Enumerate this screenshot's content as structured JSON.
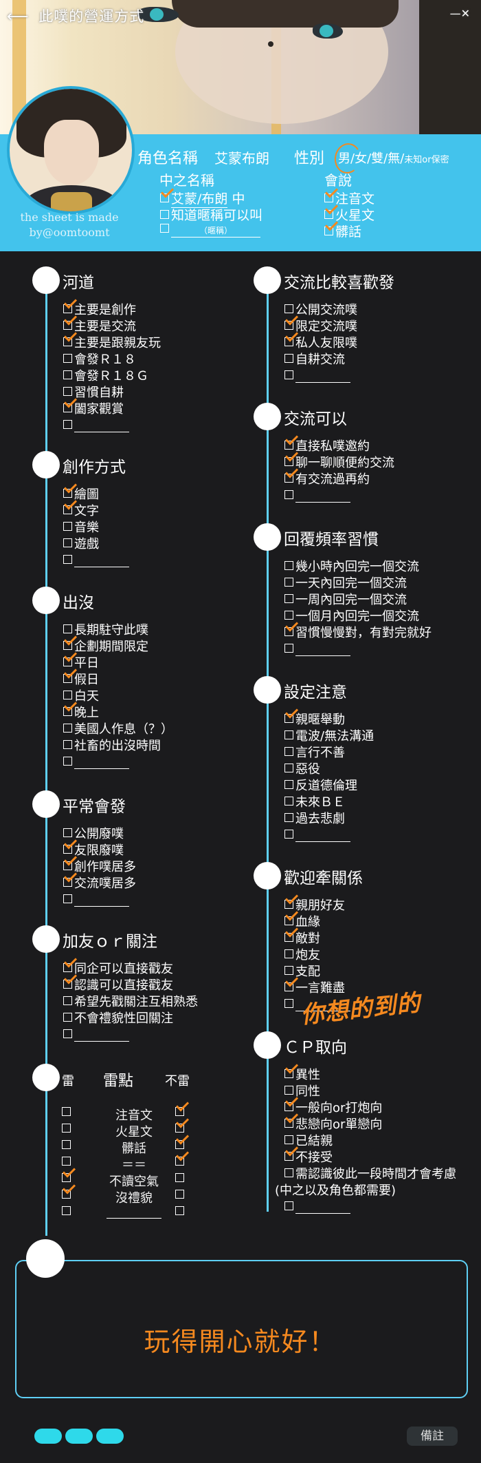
{
  "header": {
    "back_icon": "left-arrow-icon",
    "title": "此噗的營運方式",
    "close_label": "—✕"
  },
  "credit": "the sheet is made by@oomtoomt",
  "profile": {
    "role_label": "角色名稱",
    "role_value": "艾蒙布朗",
    "gender_label": "性別",
    "gender_male": "男",
    "gender_other": "/女/雙/無/",
    "gender_note": "未知or保密",
    "cn_name_label": "中之名稱",
    "cn_name_value": "艾蒙/布朗",
    "cn_name_suffix": "中",
    "know_nickname": "知道暱稱可以叫",
    "nickname_note": "（暱稱）",
    "speak_label": "會說",
    "speak_items": [
      "注音文",
      "火星文",
      "髒話"
    ]
  },
  "left_sections": [
    {
      "title": "河道",
      "items": [
        {
          "label": "主要是創作",
          "checked": true
        },
        {
          "label": "主要是交流",
          "checked": true
        },
        {
          "label": "主要是跟親友玩",
          "checked": true
        },
        {
          "label": "會發Ｒ１８",
          "checked": false
        },
        {
          "label": "會發Ｒ１８Ｇ",
          "checked": false
        },
        {
          "label": "習慣自耕",
          "checked": false
        },
        {
          "label": "闔家觀賞",
          "checked": true
        }
      ]
    },
    {
      "title": "創作方式",
      "items": [
        {
          "label": "繪圖",
          "checked": true
        },
        {
          "label": "文字",
          "checked": true
        },
        {
          "label": "音樂",
          "checked": false
        },
        {
          "label": "遊戲",
          "checked": false
        }
      ]
    },
    {
      "title": "出沒",
      "items": [
        {
          "label": "長期駐守此噗",
          "checked": false
        },
        {
          "label": "企劃期間限定",
          "checked": true
        },
        {
          "label": "平日",
          "checked": true
        },
        {
          "label": "假日",
          "checked": true
        },
        {
          "label": "白天",
          "checked": false
        },
        {
          "label": "晚上",
          "checked": true
        },
        {
          "label": "美國人作息（？）",
          "checked": false
        },
        {
          "label": "社畜的出沒時間",
          "checked": false
        }
      ]
    },
    {
      "title": "平常會發",
      "items": [
        {
          "label": "公開廢噗",
          "checked": false
        },
        {
          "label": "友限廢噗",
          "checked": true
        },
        {
          "label": "創作噗居多",
          "checked": true
        },
        {
          "label": "交流噗居多",
          "checked": true
        }
      ]
    },
    {
      "title": "加友ｏｒ關注",
      "items": [
        {
          "label": "同企可以直接戳友",
          "checked": true
        },
        {
          "label": "認識可以直接戳友",
          "checked": true
        },
        {
          "label": "希望先戳關注互相熟悉",
          "checked": false
        },
        {
          "label": "不會禮貌性回關注",
          "checked": false
        }
      ]
    }
  ],
  "right_sections": [
    {
      "title": "交流比較喜歡發",
      "items": [
        {
          "label": "公開交流噗",
          "checked": false
        },
        {
          "label": "限定交流噗",
          "checked": true
        },
        {
          "label": "私人友限噗",
          "checked": true
        },
        {
          "label": "自耕交流",
          "checked": false
        }
      ]
    },
    {
      "title": "交流可以",
      "items": [
        {
          "label": "直接私噗邀約",
          "checked": true
        },
        {
          "label": "聊一聊順便約交流",
          "checked": true
        },
        {
          "label": "有交流過再約",
          "checked": true
        }
      ]
    },
    {
      "title": "回覆頻率習慣",
      "items": [
        {
          "label": "幾小時內回完一個交流",
          "checked": false
        },
        {
          "label": "一天內回完一個交流",
          "checked": false
        },
        {
          "label": "一周內回完一個交流",
          "checked": false
        },
        {
          "label": "一個月內回完一個交流",
          "checked": false
        },
        {
          "label": "習慣慢慢對，有對完就好",
          "checked": true
        }
      ]
    },
    {
      "title": "設定注意",
      "items": [
        {
          "label": "親暱舉動",
          "checked": true
        },
        {
          "label": "電波/無法溝通",
          "checked": false
        },
        {
          "label": "言行不善",
          "checked": false
        },
        {
          "label": "惡役",
          "checked": false
        },
        {
          "label": "反道德倫理",
          "checked": false
        },
        {
          "label": "未來ＢＥ",
          "checked": false
        },
        {
          "label": "過去悲劇",
          "checked": false
        }
      ]
    },
    {
      "title": "歡迎牽關係",
      "items": [
        {
          "label": "親朋好友",
          "checked": true
        },
        {
          "label": "血緣",
          "checked": true
        },
        {
          "label": "敵對",
          "checked": true
        },
        {
          "label": "炮友",
          "checked": false
        },
        {
          "label": "支配",
          "checked": false
        },
        {
          "label": "一言難盡",
          "checked": true
        }
      ]
    },
    {
      "title": "ＣＰ取向",
      "items": [
        {
          "label": "異性",
          "checked": true
        },
        {
          "label": "同性",
          "checked": false
        },
        {
          "label": "一般向or打炮向",
          "checked": true
        },
        {
          "label": "悲戀向or單戀向",
          "checked": true
        },
        {
          "label": "已結親",
          "checked": false
        },
        {
          "label": "不接受",
          "checked": true
        },
        {
          "label": "需認識彼此一段時間才會考慮",
          "checked": false
        },
        {
          "label": "(中之以及角色都需要)",
          "checked": null
        }
      ]
    }
  ],
  "handwritten_note": "你想的到的",
  "lei": {
    "left_label": "雷",
    "title": "雷點",
    "right_label": "不雷",
    "rows": [
      {
        "label": "注音文",
        "left": false,
        "right": true
      },
      {
        "label": "火星文",
        "left": false,
        "right": true
      },
      {
        "label": "髒話",
        "left": false,
        "right": true
      },
      {
        "label": "＝＝",
        "left": false,
        "right": true
      },
      {
        "label": "不讀空氣",
        "left": true,
        "right": false
      },
      {
        "label": "沒禮貌",
        "left": true,
        "right": false
      }
    ]
  },
  "memo": {
    "text": "玩得開心就好！",
    "button_label": "備註"
  },
  "colors": {
    "accent_orange": "#f5891f",
    "profile_blue": "#43c3ec",
    "line_blue": "#5fd0f5",
    "background": "#1b1b1d"
  }
}
